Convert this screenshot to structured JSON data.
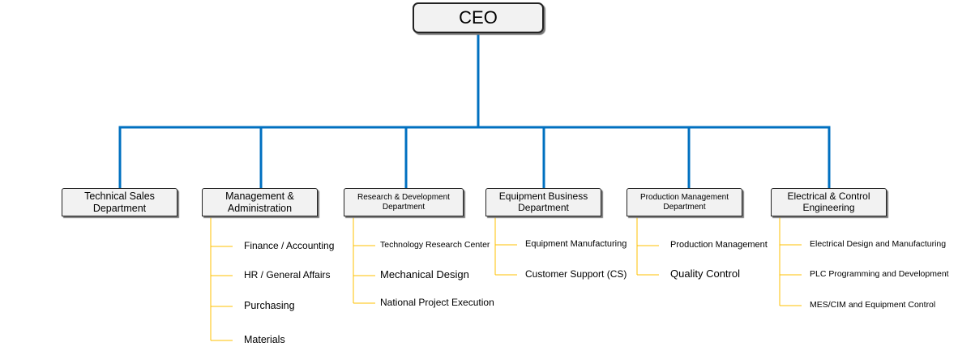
{
  "ceo": "CEO",
  "departments": [
    {
      "name": "Technical Sales Department",
      "lines": [
        "Technical Sales",
        "Department"
      ],
      "subs": []
    },
    {
      "name": "Management & Administration",
      "lines": [
        "Management &",
        "Administration"
      ],
      "subs": [
        "Finance / Accounting",
        "HR / General Affairs",
        "Purchasing",
        "Materials"
      ]
    },
    {
      "name": "Research & Development Department",
      "lines": [
        "Research & Development",
        "Department"
      ],
      "subs": [
        "Technology Research Center",
        "Mechanical Design",
        "National Project Execution"
      ]
    },
    {
      "name": "Equipment Business Department",
      "lines": [
        "Equipment Business",
        "Department"
      ],
      "subs": [
        "Equipment Manufacturing",
        "Customer Support (CS)"
      ]
    },
    {
      "name": "Production Management Department",
      "lines": [
        "Production Management",
        "Department"
      ],
      "subs": [
        "Production Management",
        "Quality Control"
      ]
    },
    {
      "name": "Electrical & Control Engineering",
      "lines": [
        "Electrical & Control",
        "Engineering"
      ],
      "subs": [
        "Electrical Design and Manufacturing",
        "PLC Programming and Development",
        "MES/CIM and Equipment Control"
      ]
    }
  ],
  "colors": {
    "connector": "#0070c0",
    "sub_connector": "#ffc000",
    "box_fill": "#f2f2f2"
  }
}
